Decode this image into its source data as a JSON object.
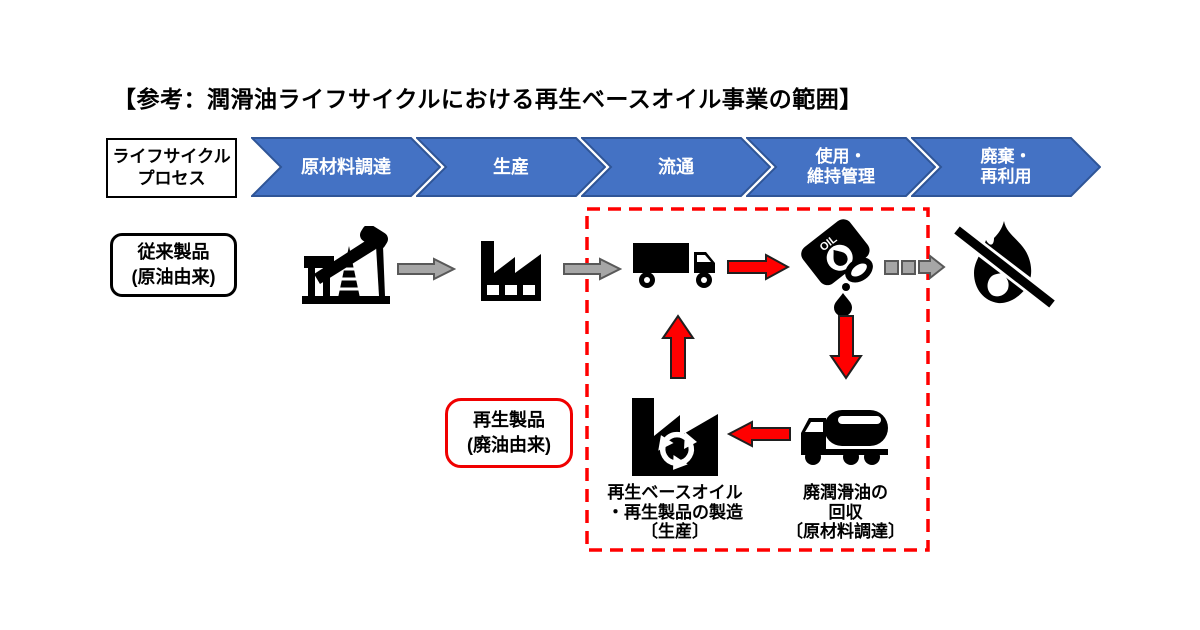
{
  "title": "【参考：潤滑油ライフサイクルにおける再生ベースオイル事業の範囲】",
  "lifecycle": {
    "header": "ライフサイクル\nプロセス",
    "steps": [
      {
        "label": "原材料調達"
      },
      {
        "label": "生産"
      },
      {
        "label": "流通"
      },
      {
        "label": "使用・\n維持管理"
      },
      {
        "label": "廃棄・\n再利用"
      }
    ]
  },
  "conventional_label": "従来製品\n(原油由来)",
  "recycled_label": "再生製品\n(廃油由来)",
  "captions": {
    "regeneration": "再生ベースオイル\n・再生製品の製造\n〔生産〕",
    "collection": "廃潤滑油の\n回収\n〔原材料調達〕"
  },
  "oil_can_text": "OIL",
  "icons": {
    "names": [
      "oil-pump-jack-icon",
      "factory-icon",
      "box-truck-icon",
      "oil-can-icon",
      "no-burning-icon",
      "recycling-factory-icon",
      "tanker-truck-icon"
    ]
  },
  "colors": {
    "chevron_blue": "#4472C4",
    "chevron_border": "#2F5597",
    "arrow_gray": "#A6A6A6",
    "arrow_gray_border": "#595959",
    "accent_red": "#FF0000",
    "icon_black": "#000000"
  }
}
